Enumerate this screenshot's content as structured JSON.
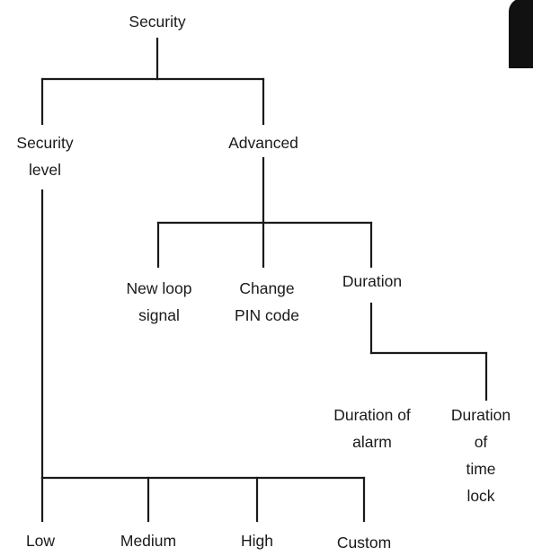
{
  "menu": {
    "root": "Security",
    "security_level": "Security\nlevel",
    "advanced": "Advanced",
    "new_loop_signal": "New loop\nsignal",
    "change_pin_code": "Change\nPIN code",
    "duration": "Duration",
    "duration_of_alarm": "Duration of\nalarm",
    "duration_of_time_lock": "Duration of\ntime lock",
    "low": "Low",
    "medium": "Medium",
    "high": "High",
    "custom": "Custom"
  },
  "colors": {
    "line": "#1a1a1a",
    "text": "#1a1a1a",
    "tab": "#111111"
  }
}
